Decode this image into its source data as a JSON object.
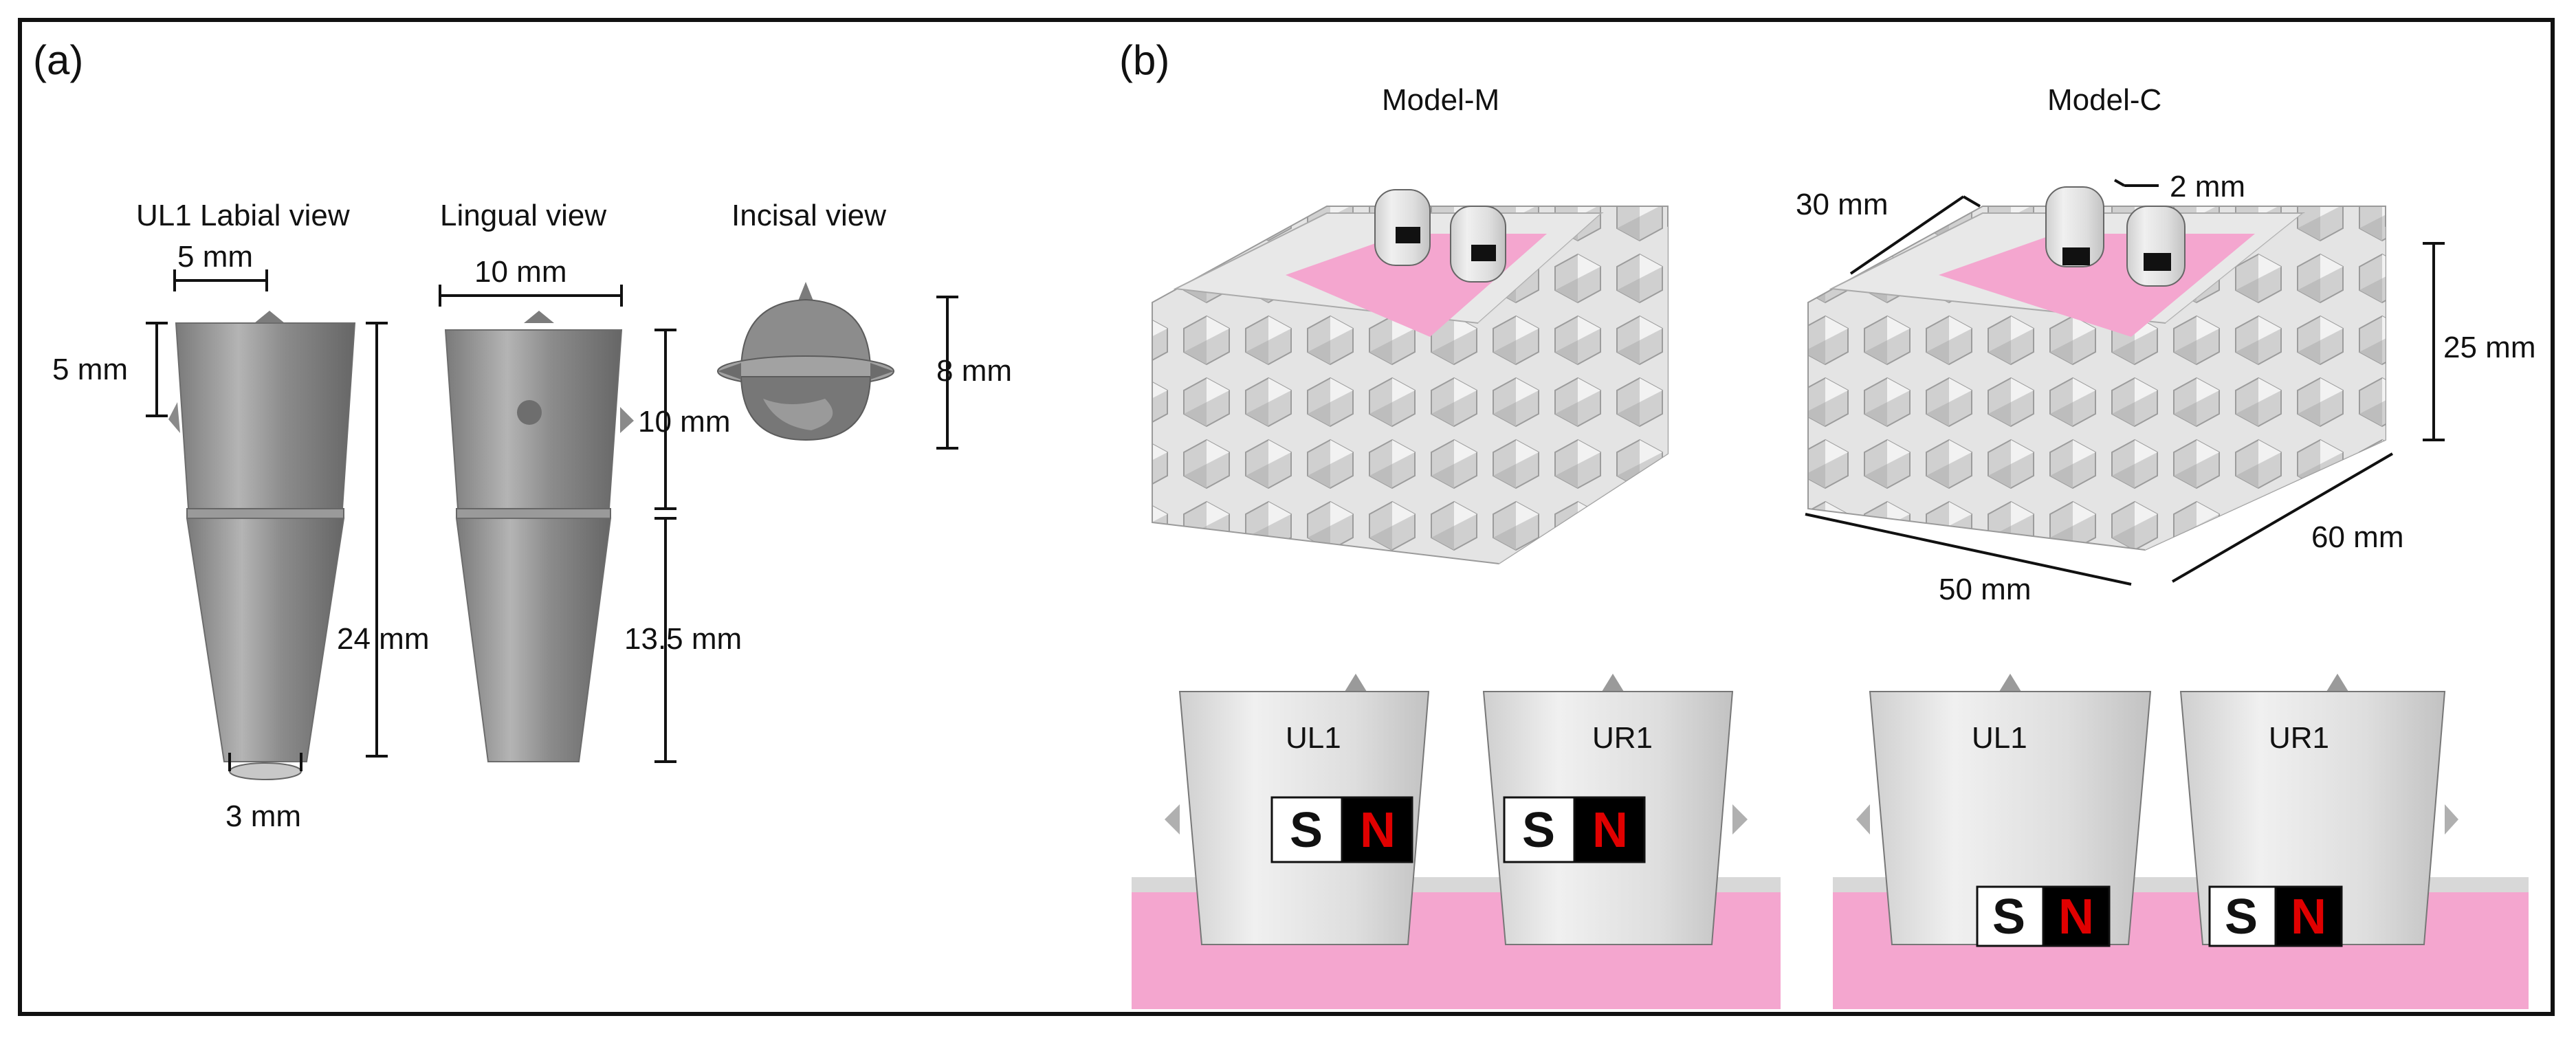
{
  "panels": {
    "a": "(a)",
    "b": "(b)"
  },
  "panel_a": {
    "view_labels": {
      "labial": "UL1 Labial view",
      "lingual": "Lingual view",
      "incisal": "Incisal view"
    },
    "dimensions": {
      "labial_width_top": "5 mm",
      "labial_height_top": "5 mm",
      "labial_total_height": "24 mm",
      "labial_tip": "3 mm",
      "lingual_width": "10 mm",
      "lingual_upper_height": "10 mm",
      "lingual_lower_height": "13.5 mm",
      "incisal_height": "8 mm"
    }
  },
  "panel_b": {
    "model_labels": {
      "m": "Model-M",
      "c": "Model-C"
    },
    "dimensions": {
      "depth": "30 mm",
      "gap": "2 mm",
      "height": "25 mm",
      "length": "60 mm",
      "width": "50 mm"
    },
    "tooth_labels": {
      "m_left": "UL1",
      "m_right": "UR1",
      "c_left": "UL1",
      "c_right": "UR1"
    },
    "magnet_poles": {
      "south": "S",
      "north": "N"
    }
  },
  "colors": {
    "accent_pink": "#f4a6cf",
    "magnet_north_text": "#e00000",
    "tooth_gray": "#8a8a8a",
    "block_gray": "#e6e6e6"
  }
}
